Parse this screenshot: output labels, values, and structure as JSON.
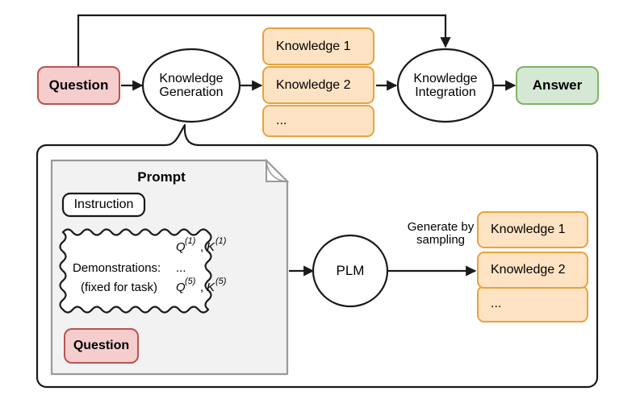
{
  "diagram": {
    "title": "Knowledge generation and integration pipeline",
    "colors": {
      "question_fill": "#f5cdcd",
      "question_stroke": "#b85450",
      "knowledge_fill": "#fde3c3",
      "knowledge_stroke": "#e8a33e",
      "answer_fill": "#d5e8d4",
      "answer_stroke": "#82b366",
      "prompt_fill": "#f2f2f2",
      "prompt_stroke": "#999999",
      "line": "#1a1a1a",
      "panel_stroke": "#1a1a1a",
      "white": "#ffffff"
    }
  },
  "top_flow": {
    "question": {
      "label": "Question"
    },
    "knowledge_generation": {
      "line1": "Knowledge",
      "line2": "Generation"
    },
    "knowledge_items": [
      {
        "label": "Knowledge 1"
      },
      {
        "label": "Knowledge 2"
      },
      {
        "label": "..."
      }
    ],
    "knowledge_integration": {
      "line1": "Knowledge",
      "line2": "Integration"
    },
    "answer": {
      "label": "Answer"
    }
  },
  "detail_panel": {
    "prompt": {
      "title": "Prompt",
      "instruction": {
        "label": "Instruction"
      },
      "demonstrations": {
        "line1_left": "",
        "line1_right_q": "Q",
        "line1_right_q_sup": "(1)",
        "line1_right_k": "K",
        "line1_right_k_sup": "(1)",
        "line2_left": "Demonstrations:",
        "line2_right": "...",
        "line3_left": "(fixed for task)",
        "line3_right_q": "Q",
        "line3_right_q_sup": "(5)",
        "line3_right_k": "K",
        "line3_right_k_sup": "(5)",
        "comma": ","
      },
      "question": {
        "label": "Question"
      }
    },
    "plm": {
      "label": "PLM"
    },
    "edge_label": {
      "line1": "Generate by",
      "line2": "sampling"
    },
    "knowledge_items": [
      {
        "label": "Knowledge 1"
      },
      {
        "label": "Knowledge 2"
      },
      {
        "label": "..."
      }
    ]
  }
}
